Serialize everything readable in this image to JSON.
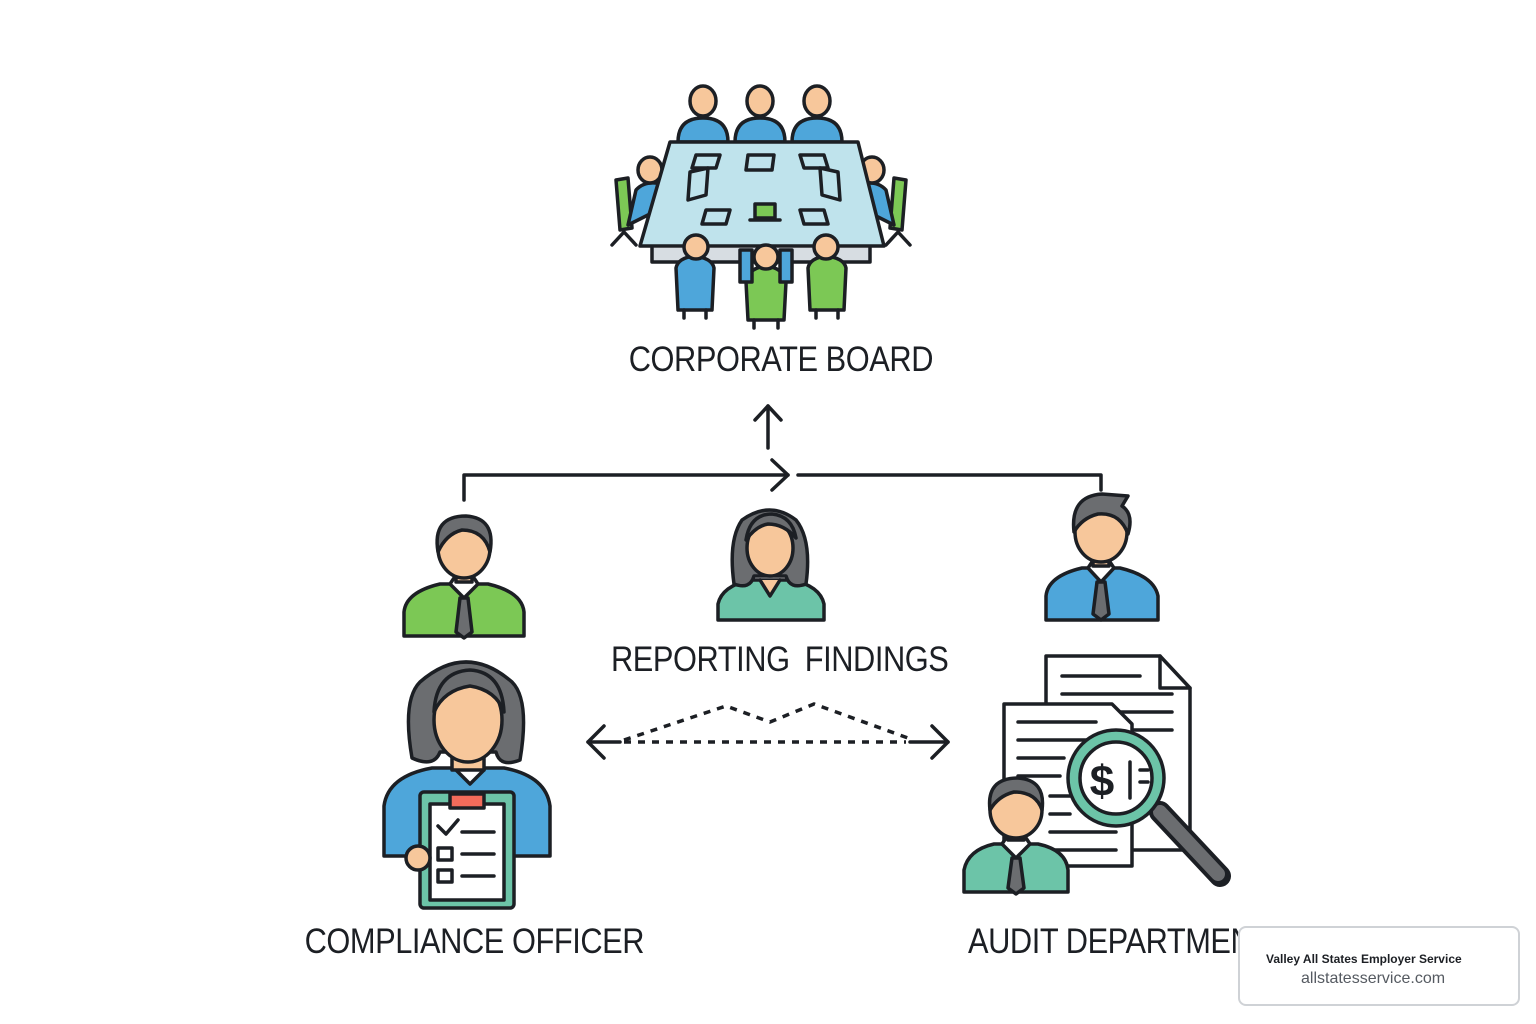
{
  "nodes": {
    "board": {
      "label": "CORPORATE BOARD",
      "icon": "boardroom-meeting-icon"
    },
    "findings": {
      "label": "REPORTING  FINDINGS",
      "icon": "reporting-people-icon"
    },
    "compliance": {
      "label": "COMPLIANCE OFFICER",
      "icon": "compliance-officer-clipboard-icon"
    },
    "audit": {
      "label": "AUDIT DEPARTMENT",
      "icon": "audit-documents-magnifier-icon"
    }
  },
  "edges": [
    {
      "from": "compliance",
      "to": "board",
      "style": "solid"
    },
    {
      "from": "audit",
      "to": "board",
      "style": "solid"
    },
    {
      "from": "compliance",
      "to": "audit",
      "style": "dashed-bidirectional"
    }
  ],
  "watermark": {
    "name": "Valley All States Employer Service",
    "url": "allstatesservice.com"
  },
  "colors": {
    "outline": "#1c1f24",
    "blue": "#4ea6da",
    "green": "#7cc855",
    "teal": "#6cc4a8",
    "skin": "#f7c79b",
    "hair": "#6b6d70",
    "table": "#bfe3ec"
  }
}
